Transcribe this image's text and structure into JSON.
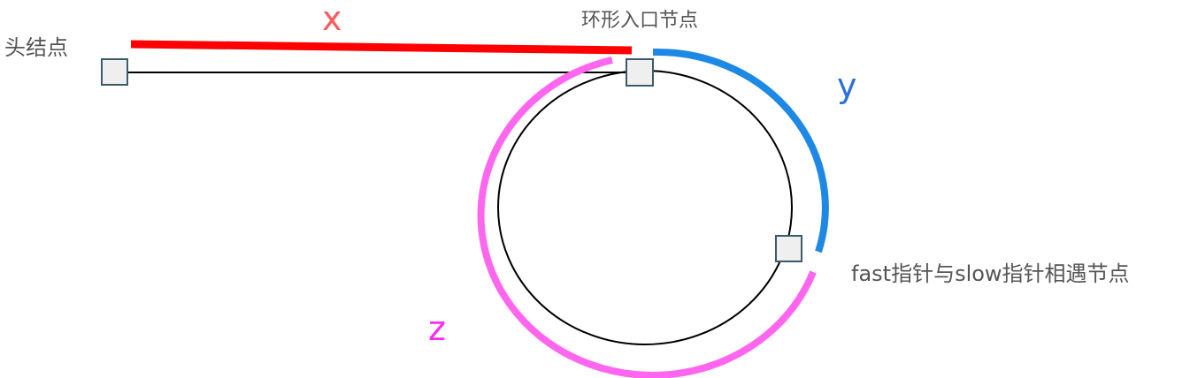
{
  "labels": {
    "head_node": "头结点",
    "entry_node": "环形入口节点",
    "meet_node": "fast指针与slow指针相遇节点"
  },
  "segments": {
    "x": {
      "label": "x",
      "color": "#ff0000",
      "text_color": "#ff5a5a"
    },
    "y": {
      "label": "y",
      "color": "#1e88e5",
      "text_color": "#2b6fe0"
    },
    "z": {
      "label": "z",
      "color": "#ff66f0",
      "text_color": "#ff2bf0"
    }
  },
  "colors": {
    "line": "#000000",
    "node_fill": "#efefef",
    "node_stroke": "#3d5a6c"
  }
}
